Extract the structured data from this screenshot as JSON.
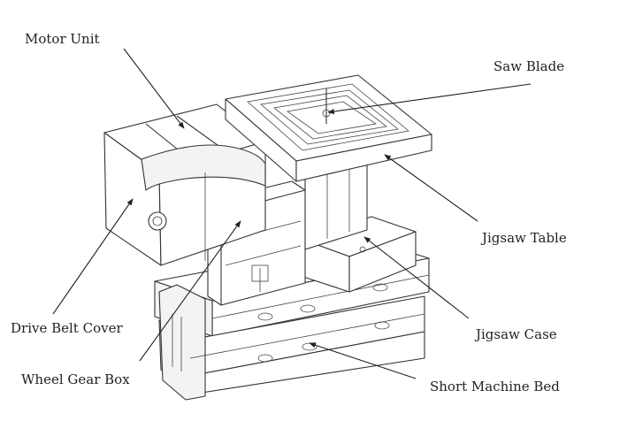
{
  "diagram": {
    "labels": {
      "motor_unit": "Motor Unit",
      "saw_blade": "Saw Blade",
      "jigsaw_table": "Jigsaw Table",
      "drive_belt_cover": "Drive Belt Cover",
      "jigsaw_case": "Jigsaw Case",
      "wheel_gear_box": "Wheel Gear Box",
      "short_machine_bed": "Short Machine Bed"
    },
    "colors": {
      "line": "#333333",
      "text": "#222222",
      "background": "#ffffff"
    }
  }
}
